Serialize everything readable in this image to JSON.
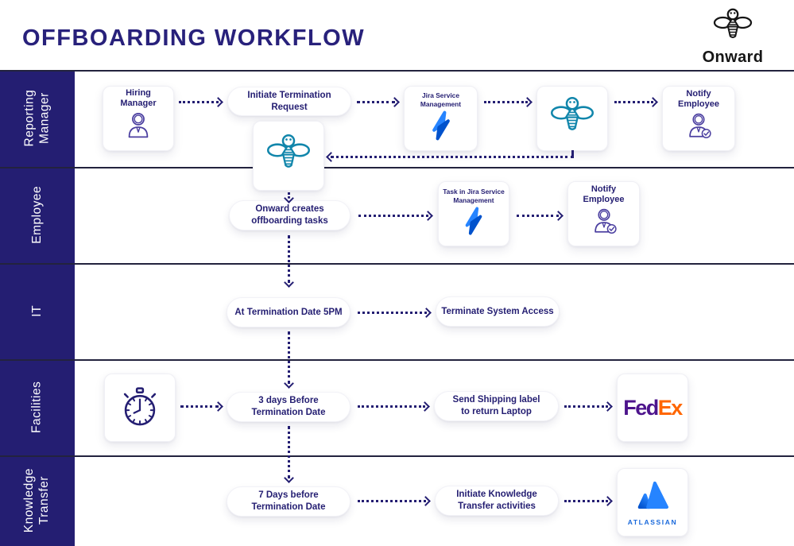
{
  "header": {
    "title": "OFFBOARDING WORKFLOW",
    "brand": "Onward"
  },
  "colors": {
    "navy": "#241E72",
    "sidebar": "#241E72",
    "teal_bee": "#1186AB",
    "jira_light": "#2684FF",
    "jira_dark": "#0052CC",
    "fedex_purple": "#4D148C",
    "fedex_orange": "#FF6600",
    "atlassian_blue": "#2684FF",
    "person_purple": "#4B3FA0"
  },
  "lanes": [
    {
      "label": "Reporting\nManager"
    },
    {
      "label": "Employee"
    },
    {
      "label": "IT"
    },
    {
      "label": "Facilities"
    },
    {
      "label": "Knowledge\nTransfer"
    }
  ],
  "cards": {
    "hiring_manager": {
      "label": "Hiring\nManager",
      "icon": "person-icon"
    },
    "jsm": {
      "label": "Jira Service\nManagement",
      "icon": "jira-service-management-icon"
    },
    "bee_right": {
      "icon": "onward-bee-icon"
    },
    "notify_employee_manager": {
      "label": "Notify\nEmployee",
      "icon": "person-check-icon"
    },
    "bee_left": {
      "icon": "onward-bee-icon"
    },
    "task_jsm": {
      "label": "Task in Jira Service\nManagement",
      "icon": "jira-service-management-icon"
    },
    "notify_employee": {
      "label": "Notify\nEmployee",
      "icon": "person-check-icon"
    },
    "stopwatch": {
      "icon": "stopwatch-icon"
    },
    "fedex": {
      "fed": "Fed",
      "ex": "Ex"
    },
    "atlassian": {
      "word": "ATLASSIAN",
      "icon": "atlassian-icon"
    }
  },
  "pills": {
    "initiate_termination": "Initiate Termination\nRequest",
    "onward_creates": "Onward creates\noffboarding tasks",
    "at_termination": "At Termination Date 5PM",
    "terminate_access": "Terminate System Access",
    "three_days": "3 days Before\nTermination Date",
    "send_shipping": "Send Shipping label\nto return Laptop",
    "seven_days": "7 Days before\nTermination Date",
    "initiate_knowledge": "Initiate Knowledge\nTransfer activities"
  }
}
